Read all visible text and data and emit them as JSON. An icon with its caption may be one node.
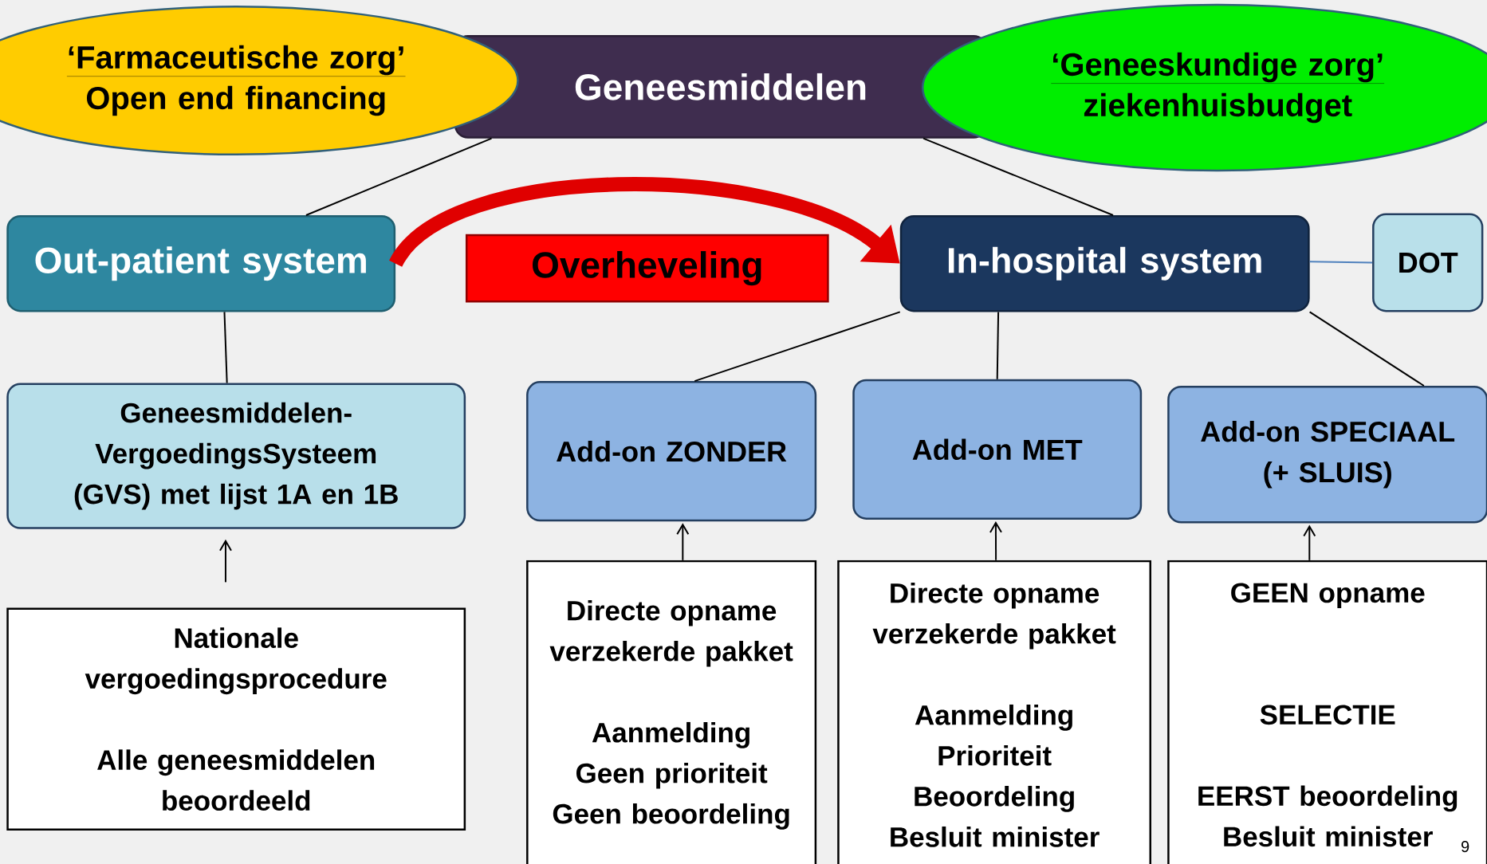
{
  "diagram": {
    "nodes": [
      {
        "text": [
          "‘Farmaceutische zorg’",
          "Open end financing"
        ]
      },
      {
        "text": [
          "Geneesmiddelen"
        ]
      },
      {
        "text": [
          "‘Geneeskundige zorg’",
          "ziekenhuisbudget"
        ]
      },
      {
        "text": [
          "Out-patient system"
        ]
      },
      {
        "text": [
          "Overheveling"
        ]
      },
      {
        "text": [
          "In-hospital system"
        ]
      },
      {
        "text": [
          "DOT"
        ]
      },
      {
        "text": [
          "Geneesmiddelen- VergoedingsSysteem (GVS) met lijst 1A en 1B"
        ]
      },
      {
        "text": [
          "Add-on ZONDER"
        ]
      },
      {
        "text": [
          "Add-on MET"
        ]
      },
      {
        "text": [
          "Add-on SPECIAAL (+ SLUIS)"
        ]
      },
      {
        "text": [
          "Nationale vergoedingsprocedure",
          "Alle geneesmiddelen beoordeeld"
        ]
      },
      {
        "text": [
          "Directe opname verzekerde pakket",
          "Aanmelding",
          "Geen prioriteit",
          "Geen beoordeling"
        ]
      },
      {
        "text": [
          "Directe opname verzekerde pakket",
          "Aanmelding",
          "Prioriteit",
          "Beoordeling",
          "Besluit minister"
        ]
      },
      {
        "text": [
          "GEEN opname",
          "SELECTIE",
          "EERST beoordeling",
          "Besluit minister"
        ]
      }
    ],
    "edges": [
      {
        "from": 1,
        "to": 3,
        "arrow": "none"
      },
      {
        "from": 1,
        "to": 5,
        "arrow": "none"
      },
      {
        "from": 3,
        "to": 7,
        "arrow": "none"
      },
      {
        "from": 3,
        "to": 5,
        "arrow": "to",
        "style": "thick",
        "color": "#e00000"
      },
      {
        "from": 5,
        "to": 6,
        "arrow": "none",
        "color": "#4f81bd"
      },
      {
        "from": 5,
        "to": 8,
        "arrow": "none"
      },
      {
        "from": 5,
        "to": 9,
        "arrow": "none"
      },
      {
        "from": 5,
        "to": 10,
        "arrow": "none"
      },
      {
        "from": 11,
        "to": 7,
        "arrow": "to"
      },
      {
        "from": 12,
        "to": 8,
        "arrow": "to"
      },
      {
        "from": 13,
        "to": 9,
        "arrow": "to"
      },
      {
        "from": 14,
        "to": 10,
        "arrow": "to"
      }
    ],
    "labels": [
      "9"
    ]
  }
}
